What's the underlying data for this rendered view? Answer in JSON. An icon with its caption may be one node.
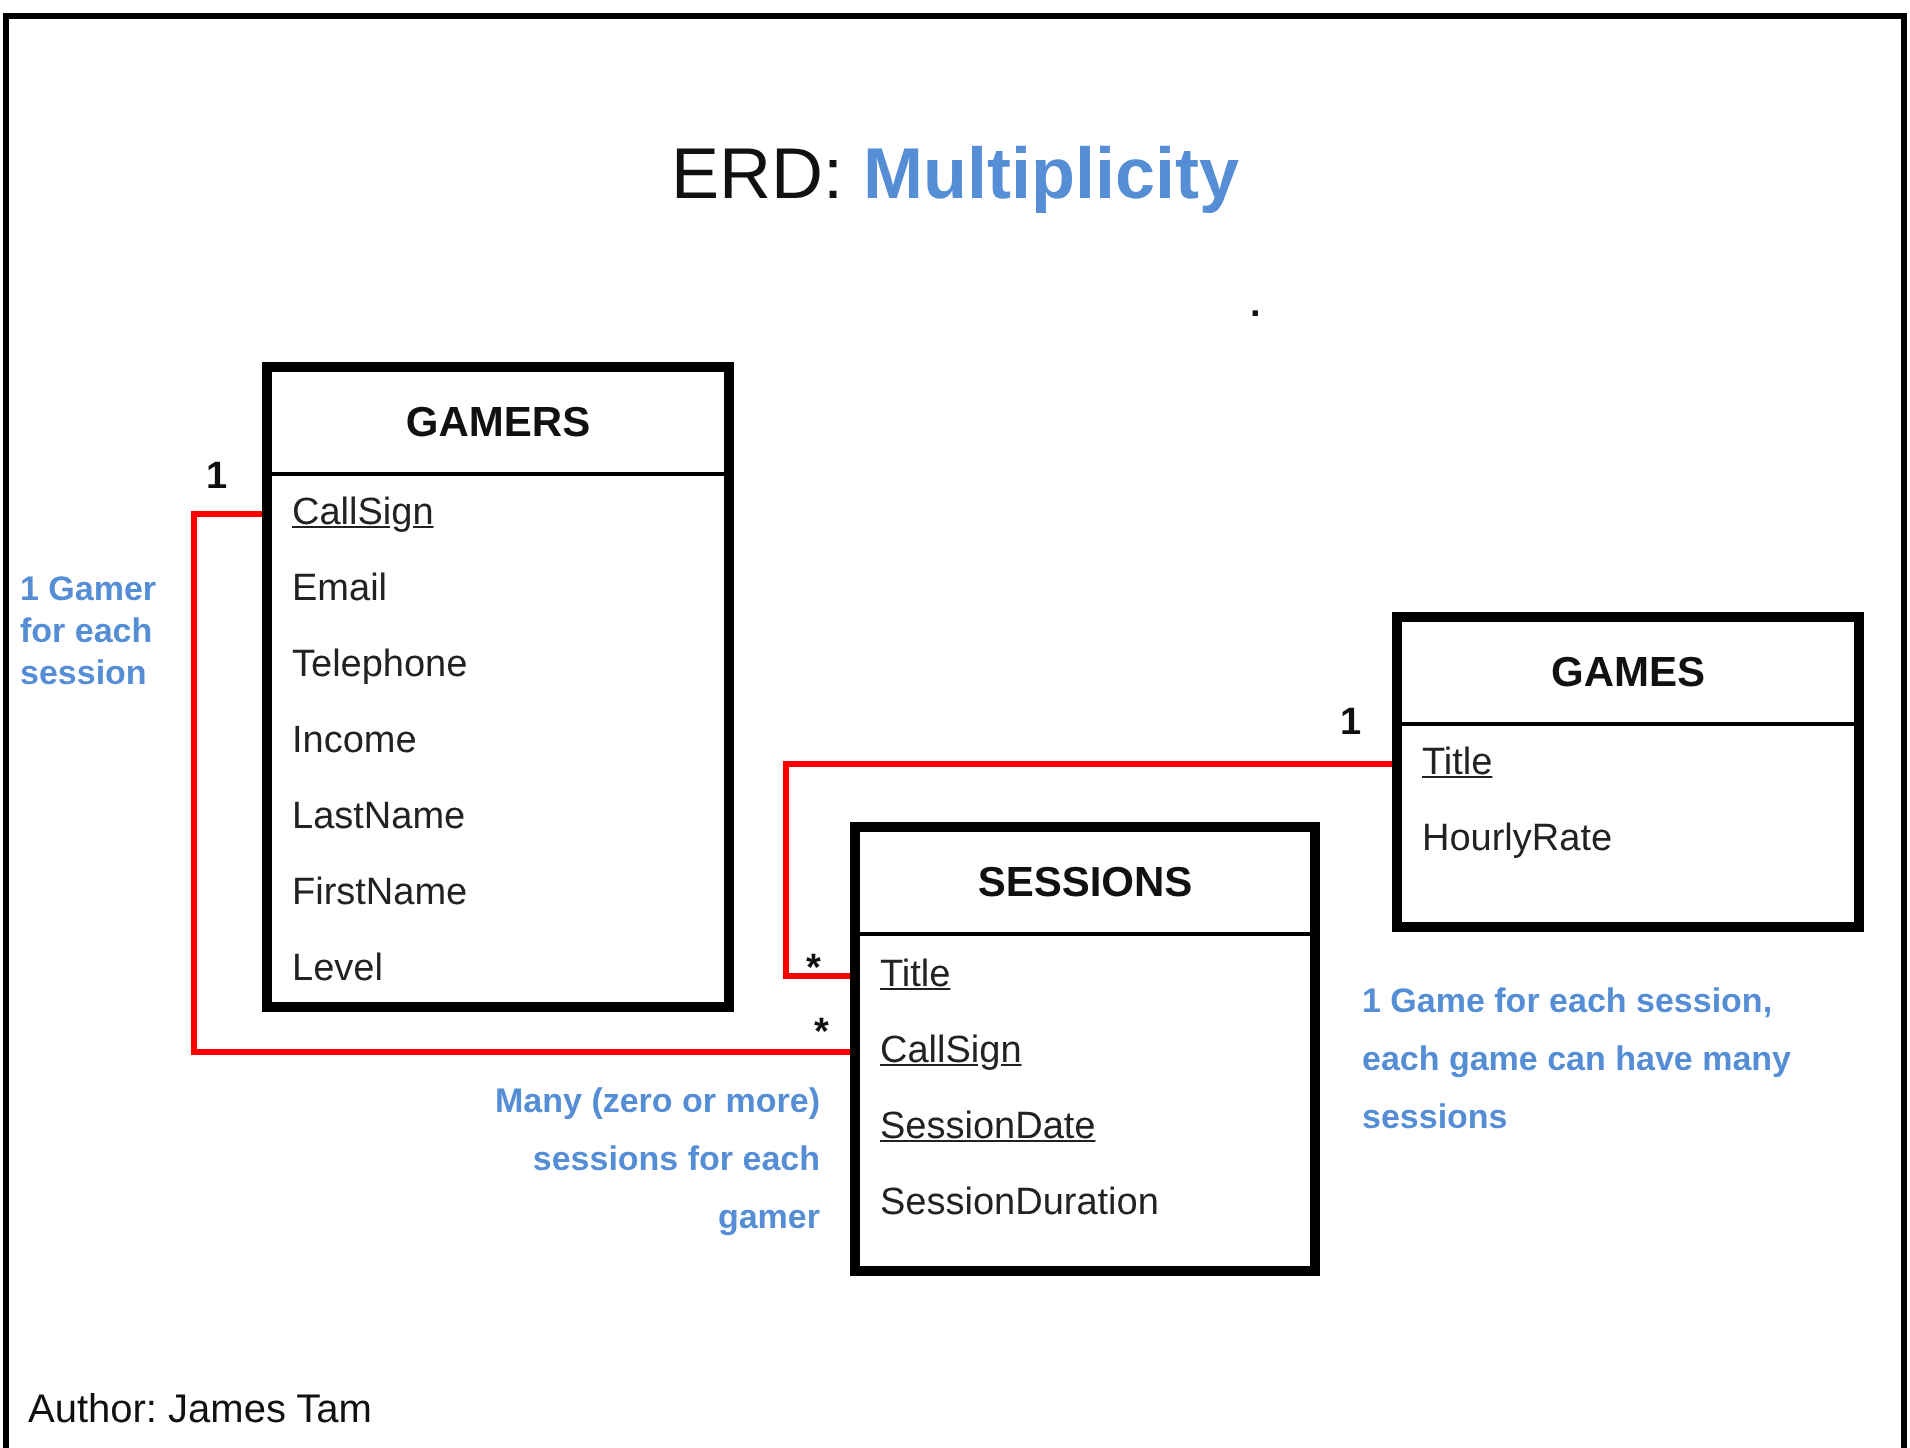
{
  "diagram": {
    "title": "ERD: **Multiplicity**",
    "nodes": [
      {
        "text": [
          "GAMERS"
        ]
      },
      {
        "text": [
          "CallSign"
        ],
        "in": 0
      },
      {
        "text": [
          "Email"
        ],
        "in": 0
      },
      {
        "text": [
          "Telephone"
        ],
        "in": 0
      },
      {
        "text": [
          "Income"
        ],
        "in": 0
      },
      {
        "text": [
          "LastName"
        ],
        "in": 0
      },
      {
        "text": [
          "FirstName"
        ],
        "in": 0
      },
      {
        "text": [
          "Level"
        ],
        "in": 0
      },
      {
        "text": [
          "GAMES"
        ]
      },
      {
        "text": [
          "Title"
        ],
        "in": 8
      },
      {
        "text": [
          "HourlyRate"
        ],
        "in": 8
      },
      {
        "text": [
          "SESSIONS"
        ]
      },
      {
        "text": [
          "Title"
        ],
        "in": 11
      },
      {
        "text": [
          "CallSign"
        ],
        "in": 11
      },
      {
        "text": [
          "SessionDate"
        ],
        "in": 11
      },
      {
        "text": [
          "SessionDuration"
        ],
        "in": 11
      }
    ],
    "edges": [
      {
        "from": 1,
        "to": 13,
        "arrow": "none"
      },
      {
        "from": 9,
        "to": 12,
        "arrow": "none"
      }
    ],
    "labels": [
      "1",
      "1 Gamer for each session",
      ".",
      "1",
      "*",
      "*",
      "Many (zero or more) sessions for each gamer",
      "1 Game for each session, each game can have many sessions",
      "Author: James Tam"
    ]
  }
}
